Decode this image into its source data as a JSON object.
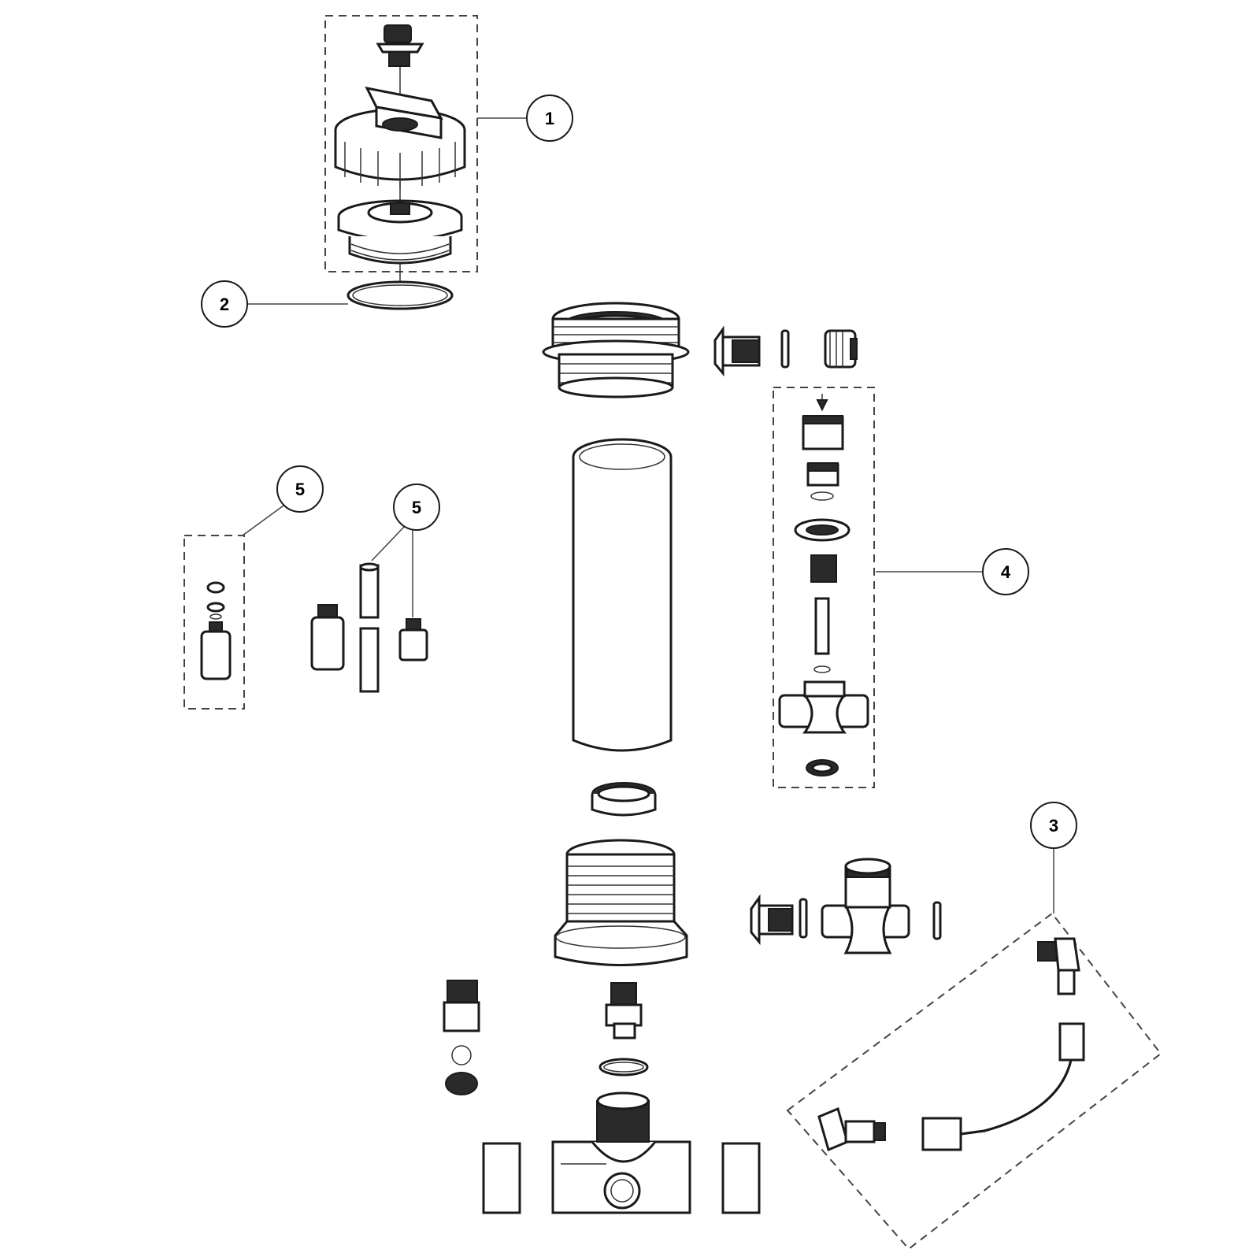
{
  "callouts": [
    {
      "id": "c1",
      "label": "1"
    },
    {
      "id": "c2",
      "label": "2"
    },
    {
      "id": "c3",
      "label": "3"
    },
    {
      "id": "c4",
      "label": "4"
    },
    {
      "id": "c5a",
      "label": "5"
    },
    {
      "id": "c5b",
      "label": "5"
    }
  ],
  "colors": {
    "line": "#1a1a1a",
    "background": "#ffffff",
    "fill_dark": "#2a2a2a"
  }
}
